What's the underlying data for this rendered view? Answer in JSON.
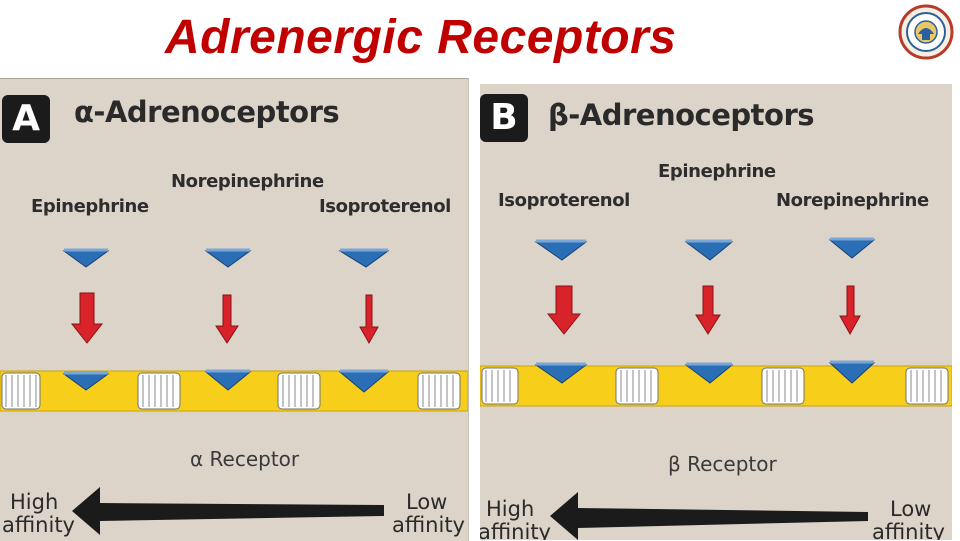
{
  "slide": {
    "title": "Adrenergic Receptors"
  },
  "panel_a": {
    "badge": "A",
    "title": "α-Adrenoceptors",
    "drugs": [
      "Epinephrine",
      "Norepinephrine",
      "Isoproterenol"
    ],
    "receptor_label": "α  Receptor",
    "high_label": [
      "High",
      "affinity"
    ],
    "low_label": [
      "Low",
      "affinity"
    ]
  },
  "panel_b": {
    "badge": "B",
    "title": "β-Adrenoceptors",
    "drugs": [
      "Isoproterenol",
      "Epinephrine",
      "Norepinephrine"
    ],
    "receptor_label": "β  Receptor",
    "high_label": [
      "High",
      "affinity"
    ],
    "low_label": [
      "Low",
      "affinity"
    ]
  },
  "colors": {
    "title": "#c00000",
    "panel_bg": "#dcd4c9",
    "membrane": "#f7cf1a",
    "ligand": "#2a6fb5",
    "arrow": "#d8232a",
    "gradient_arrow": "#1b1b1b"
  }
}
